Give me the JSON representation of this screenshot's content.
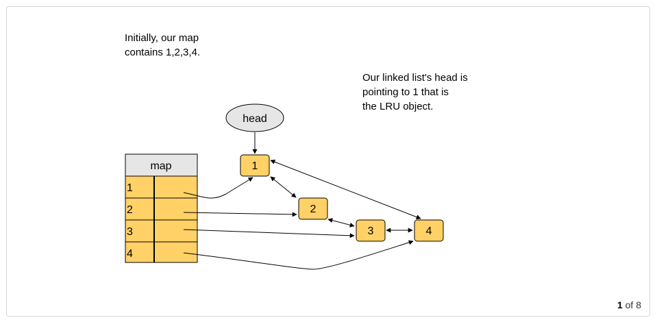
{
  "notes": {
    "map_note": "Initially, our map\ncontains 1,2,3,4.",
    "head_note": "Our linked list's head is\npointing to 1 that is\nthe LRU object."
  },
  "diagram": {
    "head_label": "head",
    "map_label": "map",
    "map_keys": [
      "1",
      "2",
      "3",
      "4"
    ],
    "nodes": [
      "1",
      "2",
      "3",
      "4"
    ],
    "colors": {
      "node_fill": "#ffd166",
      "map_fill": "#ffd166",
      "map_header_fill": "#e6e6e6",
      "head_fill": "#e6e6e6"
    }
  },
  "pager": {
    "current": "1",
    "separator": "of",
    "total": "8"
  }
}
